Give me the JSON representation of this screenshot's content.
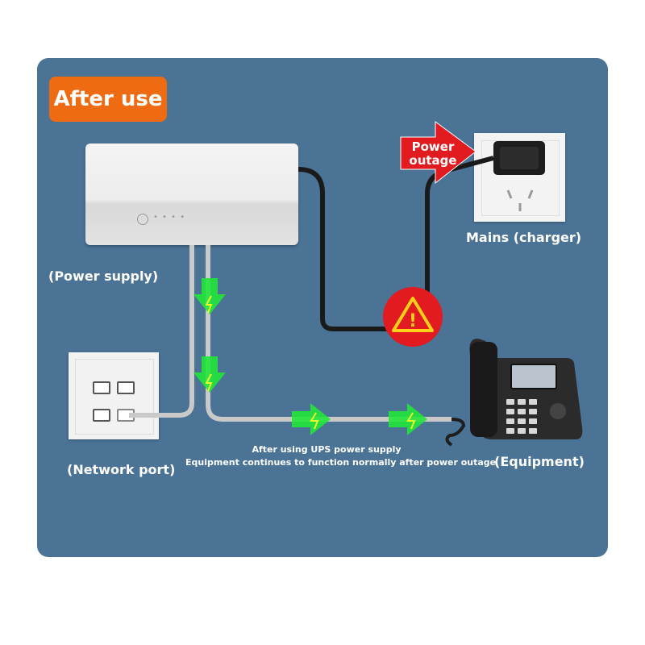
{
  "badge": {
    "text": "After use"
  },
  "labels": {
    "power_supply": "(Power supply)",
    "network_port": "(Network port)",
    "equipment": "(Equipment)",
    "mains": "Mains (charger)"
  },
  "callout": {
    "line1": "Power",
    "line2": "outage"
  },
  "caption": {
    "line1": "After using UPS power supply",
    "line2": "Equipment continues to function normally after power outage"
  },
  "warning": {
    "symbol": "!"
  },
  "colors": {
    "panel": "#4a7396",
    "badge": "#ef6b12",
    "callout": "#e11b1f",
    "warning": "#e11b1f",
    "flow_arrow": "#22e63a",
    "cable": "#c9c9c9",
    "mains_cable": "#1a1a1a"
  }
}
